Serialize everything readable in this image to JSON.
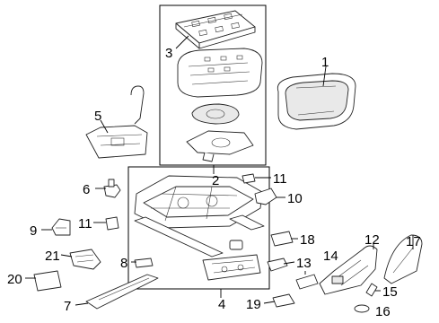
{
  "diagram": {
    "callouts": [
      "1",
      "2",
      "3",
      "4",
      "5",
      "6",
      "7",
      "8",
      "9",
      "10",
      "11",
      "11",
      "12",
      "13",
      "14",
      "15",
      "16",
      "17",
      "18",
      "19",
      "20",
      "21"
    ]
  }
}
